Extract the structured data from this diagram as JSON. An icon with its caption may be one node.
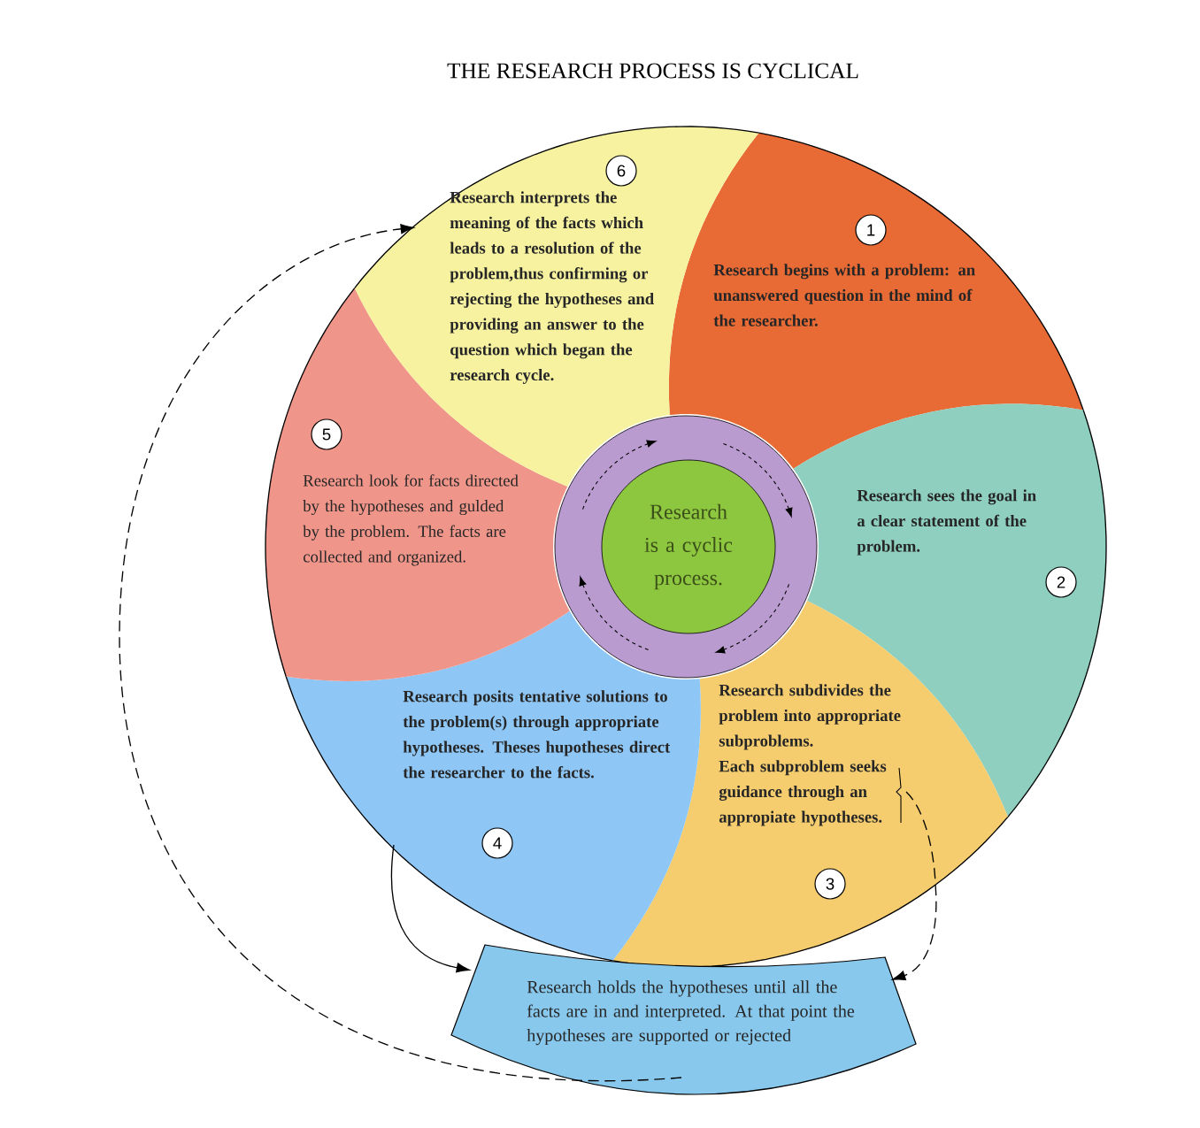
{
  "diagram": {
    "title": "THE RESEARCH PROCESS IS CYCLICAL",
    "nodes": [
      {
        "text": [
          "Research begins with a problem: an unanswered question in the mind of the researcher."
        ]
      },
      {
        "text": [
          "1"
        ],
        "in": 0
      },
      {
        "text": [
          "Research sees the goal in a clear statement of the problem."
        ]
      },
      {
        "text": [
          "2"
        ],
        "in": 2
      },
      {
        "text": [
          "Research subdivides the problem into appropriate subproblems.",
          "Each subproblem seeks guidance through an appropiate hypotheses."
        ]
      },
      {
        "text": [
          "3"
        ],
        "in": 4
      },
      {
        "text": [
          "Research posits tentative solutions to the problem(s) through appropriate hypotheses. Theses hupotheses direct the researcher to the facts."
        ]
      },
      {
        "text": [
          "4"
        ],
        "in": 6
      },
      {
        "text": [
          "Research look for facts directed by the hypotheses and gulded by the problem. The facts are collected and organized."
        ]
      },
      {
        "text": [
          "5"
        ],
        "in": 8
      },
      {
        "text": [
          "Research interprets the meaning of the facts which leads to a resolution of the problem,thus confirming or rejecting the hypotheses and providing an answer to the question which began the research cycle."
        ]
      },
      {
        "text": [
          "6"
        ],
        "in": 10
      },
      {
        "text": [
          "Research is a cyclic process."
        ]
      },
      {
        "text": [
          "Research holds the hypotheses until all the facts are in and interpreted. At that point the hypotheses are supported or rejected"
        ]
      }
    ],
    "edges": [
      {
        "from": 6,
        "to": 13,
        "arrow": "to"
      },
      {
        "from": 4,
        "to": 13,
        "arrow": "to",
        "style": "dashed"
      },
      {
        "from": 13,
        "to": 10,
        "arrow": "to",
        "style": "dashed"
      }
    ]
  }
}
